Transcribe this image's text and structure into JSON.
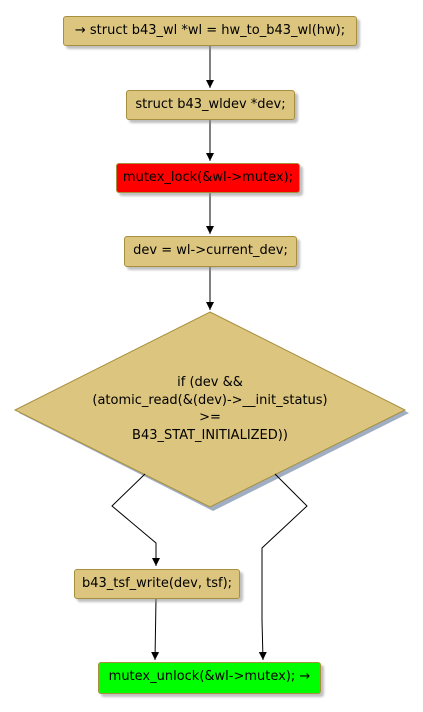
{
  "colors": {
    "action_fill": "#dcc57e",
    "lock_fill": "#ff0000",
    "end_fill": "#00ff00",
    "decision_fill": "#dcc57e",
    "edge": "#000000",
    "node_border": "#a88f3e"
  },
  "nodes": {
    "start": {
      "label": "→ struct b43_wl *wl = hw_to_b43_wl(hw);"
    },
    "declare_dev": {
      "label": "struct b43_wldev *dev;"
    },
    "lock": {
      "label": "mutex_lock(&wl->mutex);"
    },
    "assign_dev": {
      "label": "dev = wl->current_dev;"
    },
    "decision": {
      "lines": [
        "if (dev &&",
        "(atomic_read(&(dev)->__init_status)",
        ">=",
        "B43_STAT_INITIALIZED))"
      ]
    },
    "tsf_write": {
      "label": "b43_tsf_write(dev, tsf);"
    },
    "unlock": {
      "label": "mutex_unlock(&wl->mutex); →"
    }
  }
}
